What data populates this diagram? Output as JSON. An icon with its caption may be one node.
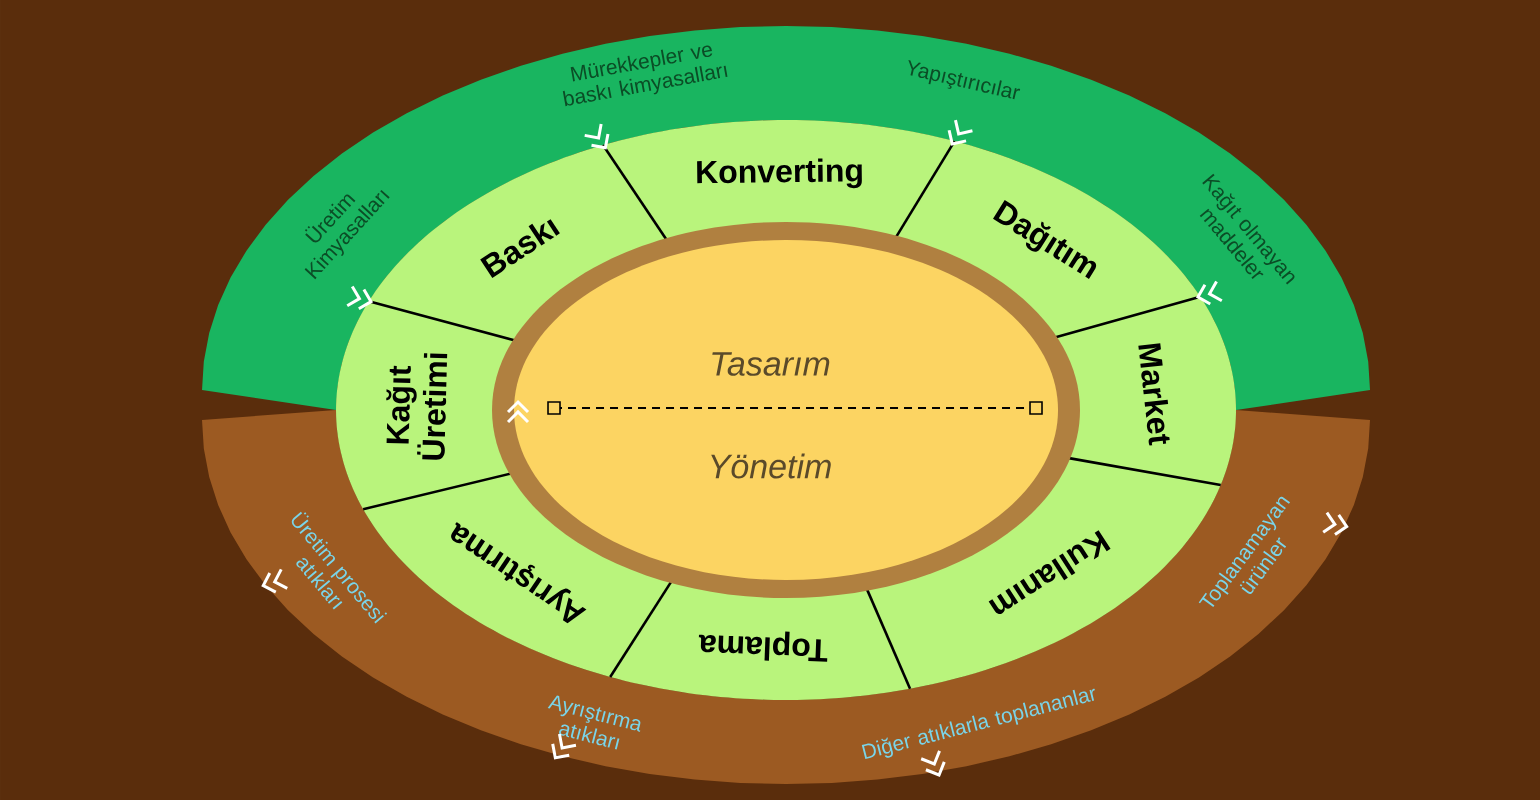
{
  "diagram": {
    "nodes": [
      {
        "text": [
          "Üretim Kimyasalları",
          "Mürekkepler ve baskı kimyasalları",
          "Yapıştırıcılar",
          "Kağıt olmayan maddeler"
        ]
      },
      {
        "text": [
          "Toplanamayan ürünler",
          "Diğer atıklarla toplananlar",
          "Ayrıştırma atıkları",
          "Üretim prosesi atıkları"
        ]
      },
      {
        "text": [
          "Tasarım",
          "Yönetim"
        ]
      },
      {
        "text": [
          "Baskı"
        ]
      },
      {
        "text": [
          "Konverting"
        ]
      },
      {
        "text": [
          "Dağıtım"
        ]
      },
      {
        "text": [
          "Market"
        ]
      },
      {
        "text": [
          "Kullanım"
        ]
      },
      {
        "text": [
          "Toplama"
        ]
      },
      {
        "text": [
          "Ayrıştırma"
        ]
      },
      {
        "text": [
          "Kağıt Üretimi"
        ]
      }
    ]
  }
}
